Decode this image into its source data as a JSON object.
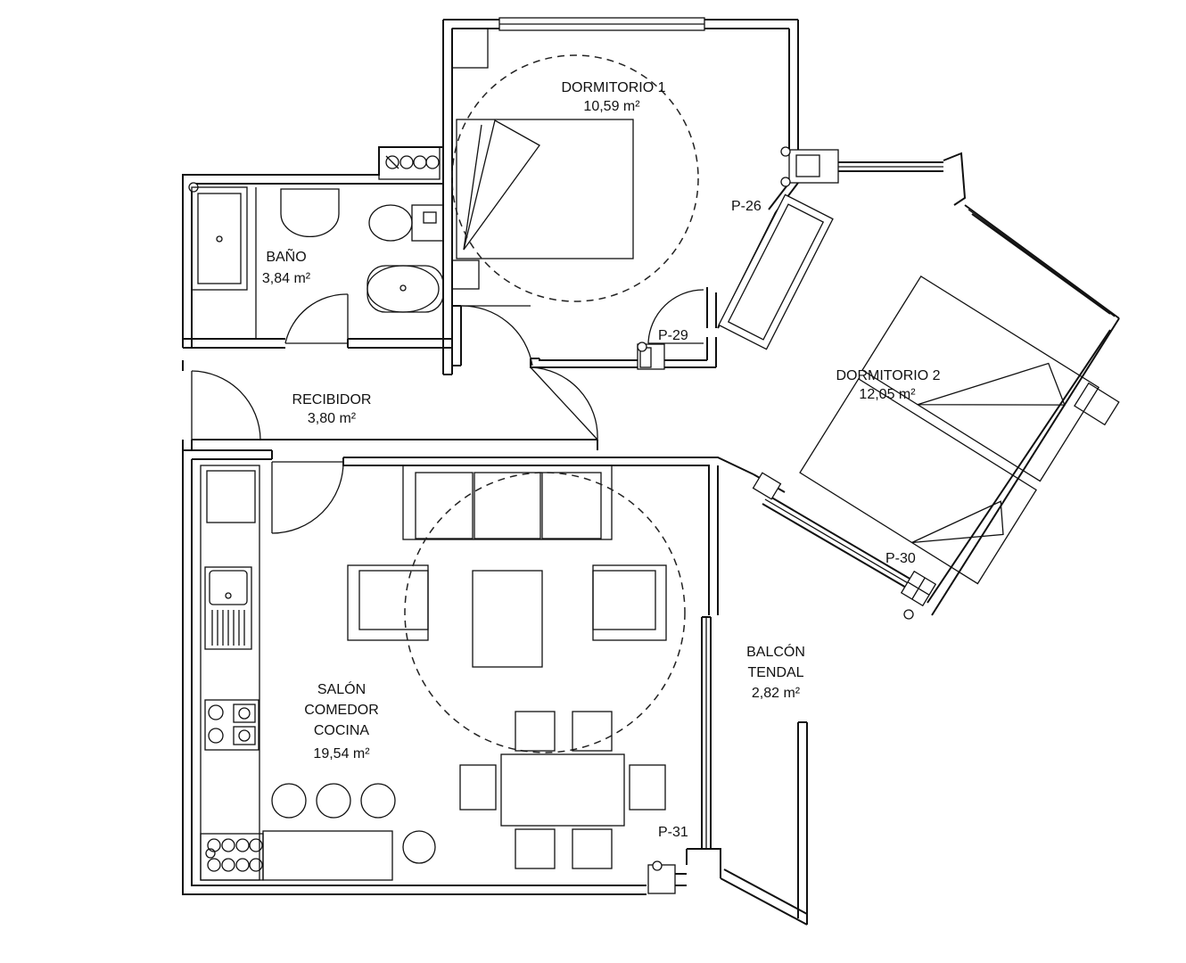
{
  "rooms": {
    "dormitorio1": {
      "name": "DORMITORIO 1",
      "area": "10,59 m²"
    },
    "dormitorio2": {
      "name": "DORMITORIO 2",
      "area": "12,05 m²"
    },
    "bano": {
      "name": "BAÑO",
      "area": "3,84 m²"
    },
    "recibidor": {
      "name": "RECIBIDOR",
      "area": "3,80 m²"
    },
    "salon": {
      "line1": "SALÓN",
      "line2": "COMEDOR",
      "line3": "COCINA",
      "area": "19,54 m²"
    },
    "balcon": {
      "line1": "BALCÓN",
      "line2": "TENDAL",
      "area": "2,82 m²"
    }
  },
  "pillars": {
    "p26": "P-26",
    "p29": "P-29",
    "p30": "P-30",
    "p31": "P-31"
  }
}
